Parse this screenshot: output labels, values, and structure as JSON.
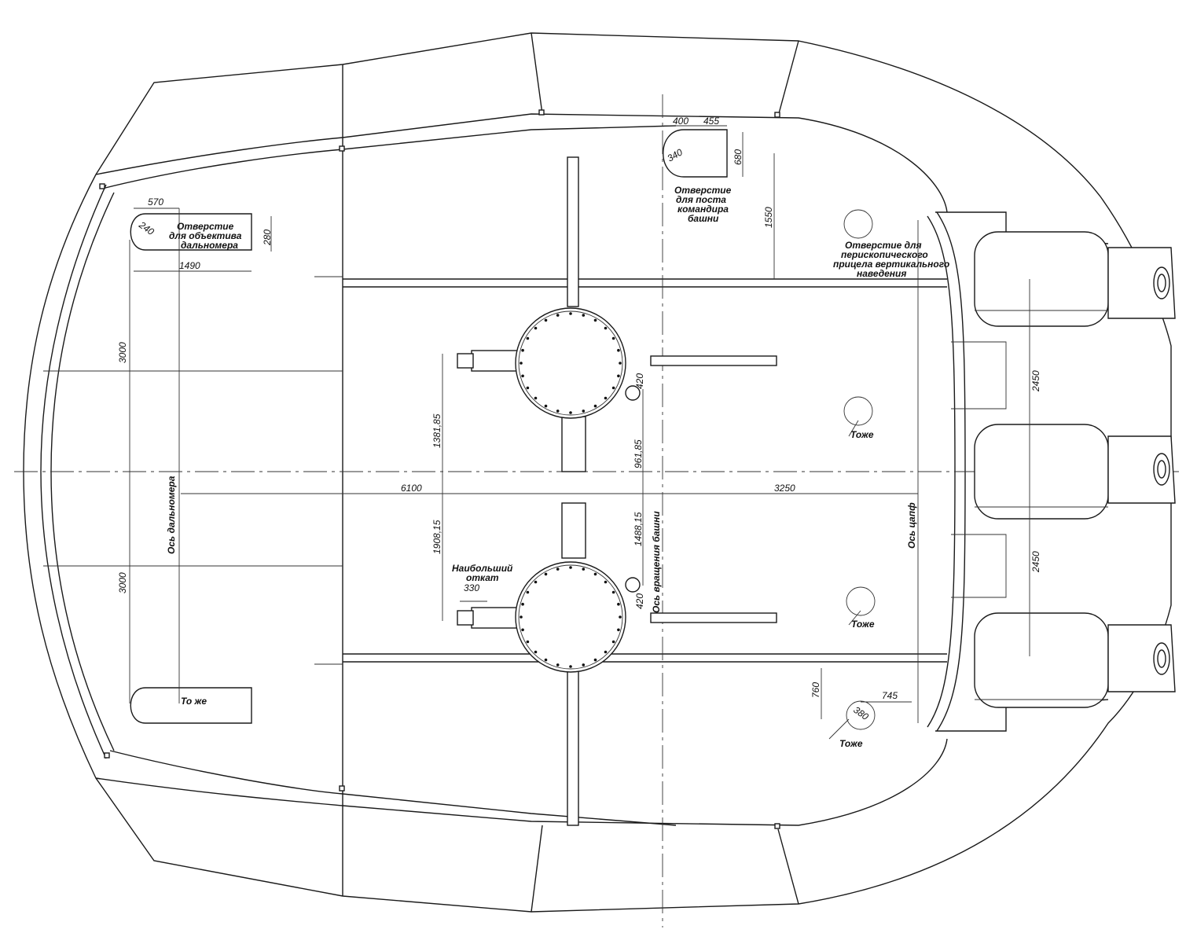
{
  "labels": {
    "rangefinder_lens_hole": [
      "Отверстие",
      "для объектива",
      "дальномера"
    ],
    "rangefinder_hole_same": "То же",
    "commander_hole": [
      "Отверстие",
      "для поста",
      "командира",
      "башни"
    ],
    "periscope_hole": [
      "Отверстие для",
      "перископического",
      "прицела вертикального",
      "наведения"
    ],
    "same_1": "Тоже",
    "same_2": "Тоже",
    "same_3": "Тоже",
    "max_recoil": [
      "Наибольший",
      "откат"
    ],
    "rangefinder_axis": "Ось дальномера",
    "turret_rotation_axis": "Ось вращения башни",
    "trunnion_axis": "Ось цапф"
  },
  "dimensions": {
    "d570": "570",
    "d240": "240",
    "d280": "280",
    "d1490": "1490",
    "d3000_top": "3000",
    "d3000_bottom": "3000",
    "d400": "400",
    "d455": "455",
    "d340": "340",
    "d680": "680",
    "d1550": "1550",
    "d1381": "1381,85",
    "d961": "961,85",
    "d420_top": "420",
    "d420_bottom": "420",
    "d6100": "6100",
    "d3250": "3250",
    "d1908": "1908,15",
    "d1488": "1488,15",
    "d330": "330",
    "d2450_top": "2450",
    "d2450_bottom": "2450",
    "d760": "760",
    "d745": "745",
    "d380": "380"
  }
}
